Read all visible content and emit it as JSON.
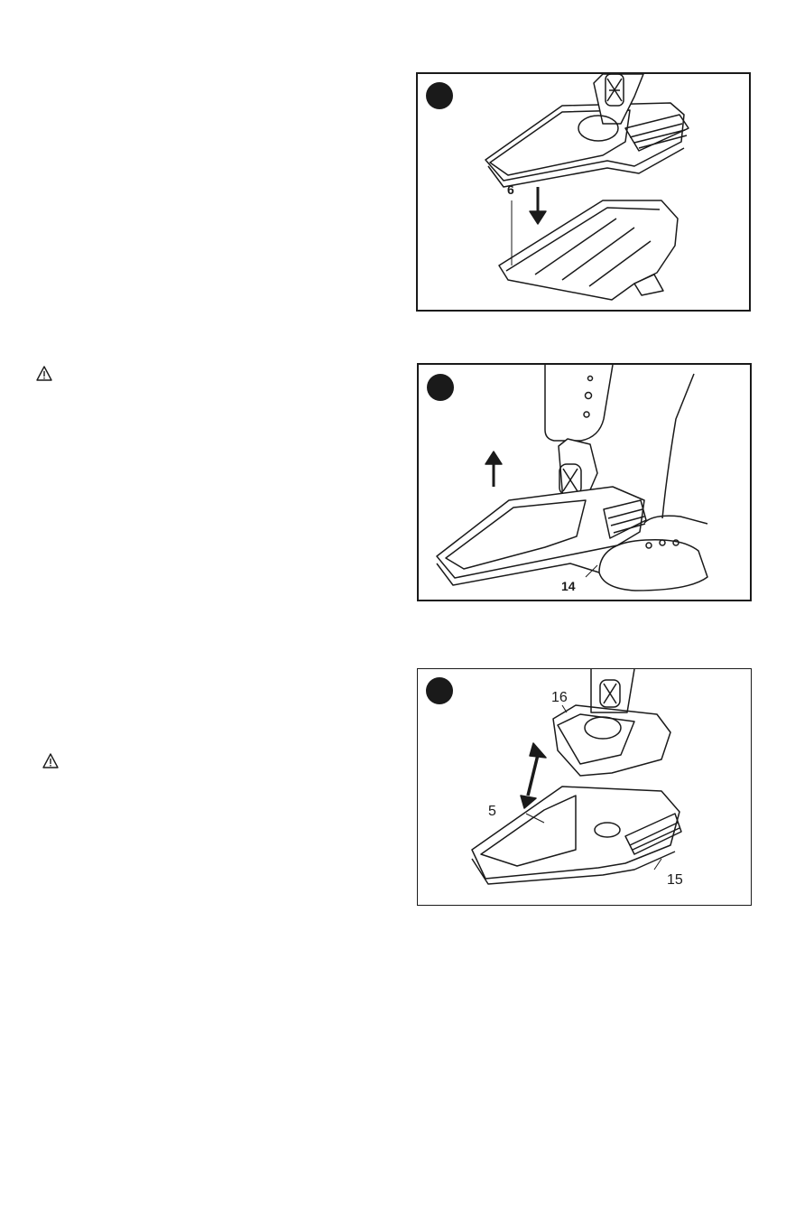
{
  "figures": [
    {
      "callouts": [
        {
          "label": "6"
        }
      ]
    },
    {
      "callouts": [
        {
          "label": "14"
        }
      ]
    },
    {
      "callouts": [
        {
          "label": "16"
        },
        {
          "label": "5"
        },
        {
          "label": "15"
        }
      ]
    }
  ],
  "icons": {
    "warning": "warning-triangle-icon",
    "step_badge": "filled-circle"
  },
  "colors": {
    "ink": "#1a1a1a",
    "paper": "#ffffff"
  }
}
